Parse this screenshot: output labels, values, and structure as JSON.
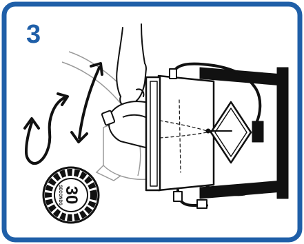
{
  "step": {
    "number": "3"
  },
  "timer": {
    "value": "30",
    "unit": "SECONDS"
  },
  "colors": {
    "border": "#1f5fa8",
    "step_number": "#1f5fa8",
    "line": "#111111",
    "ghost": "#9a9a9a",
    "background": "#ffffff"
  },
  "icons": {
    "rotate": "circular-arrow-icon",
    "tilt": "double-arrow-icon",
    "timer": "stopwatch-dial-icon"
  }
}
